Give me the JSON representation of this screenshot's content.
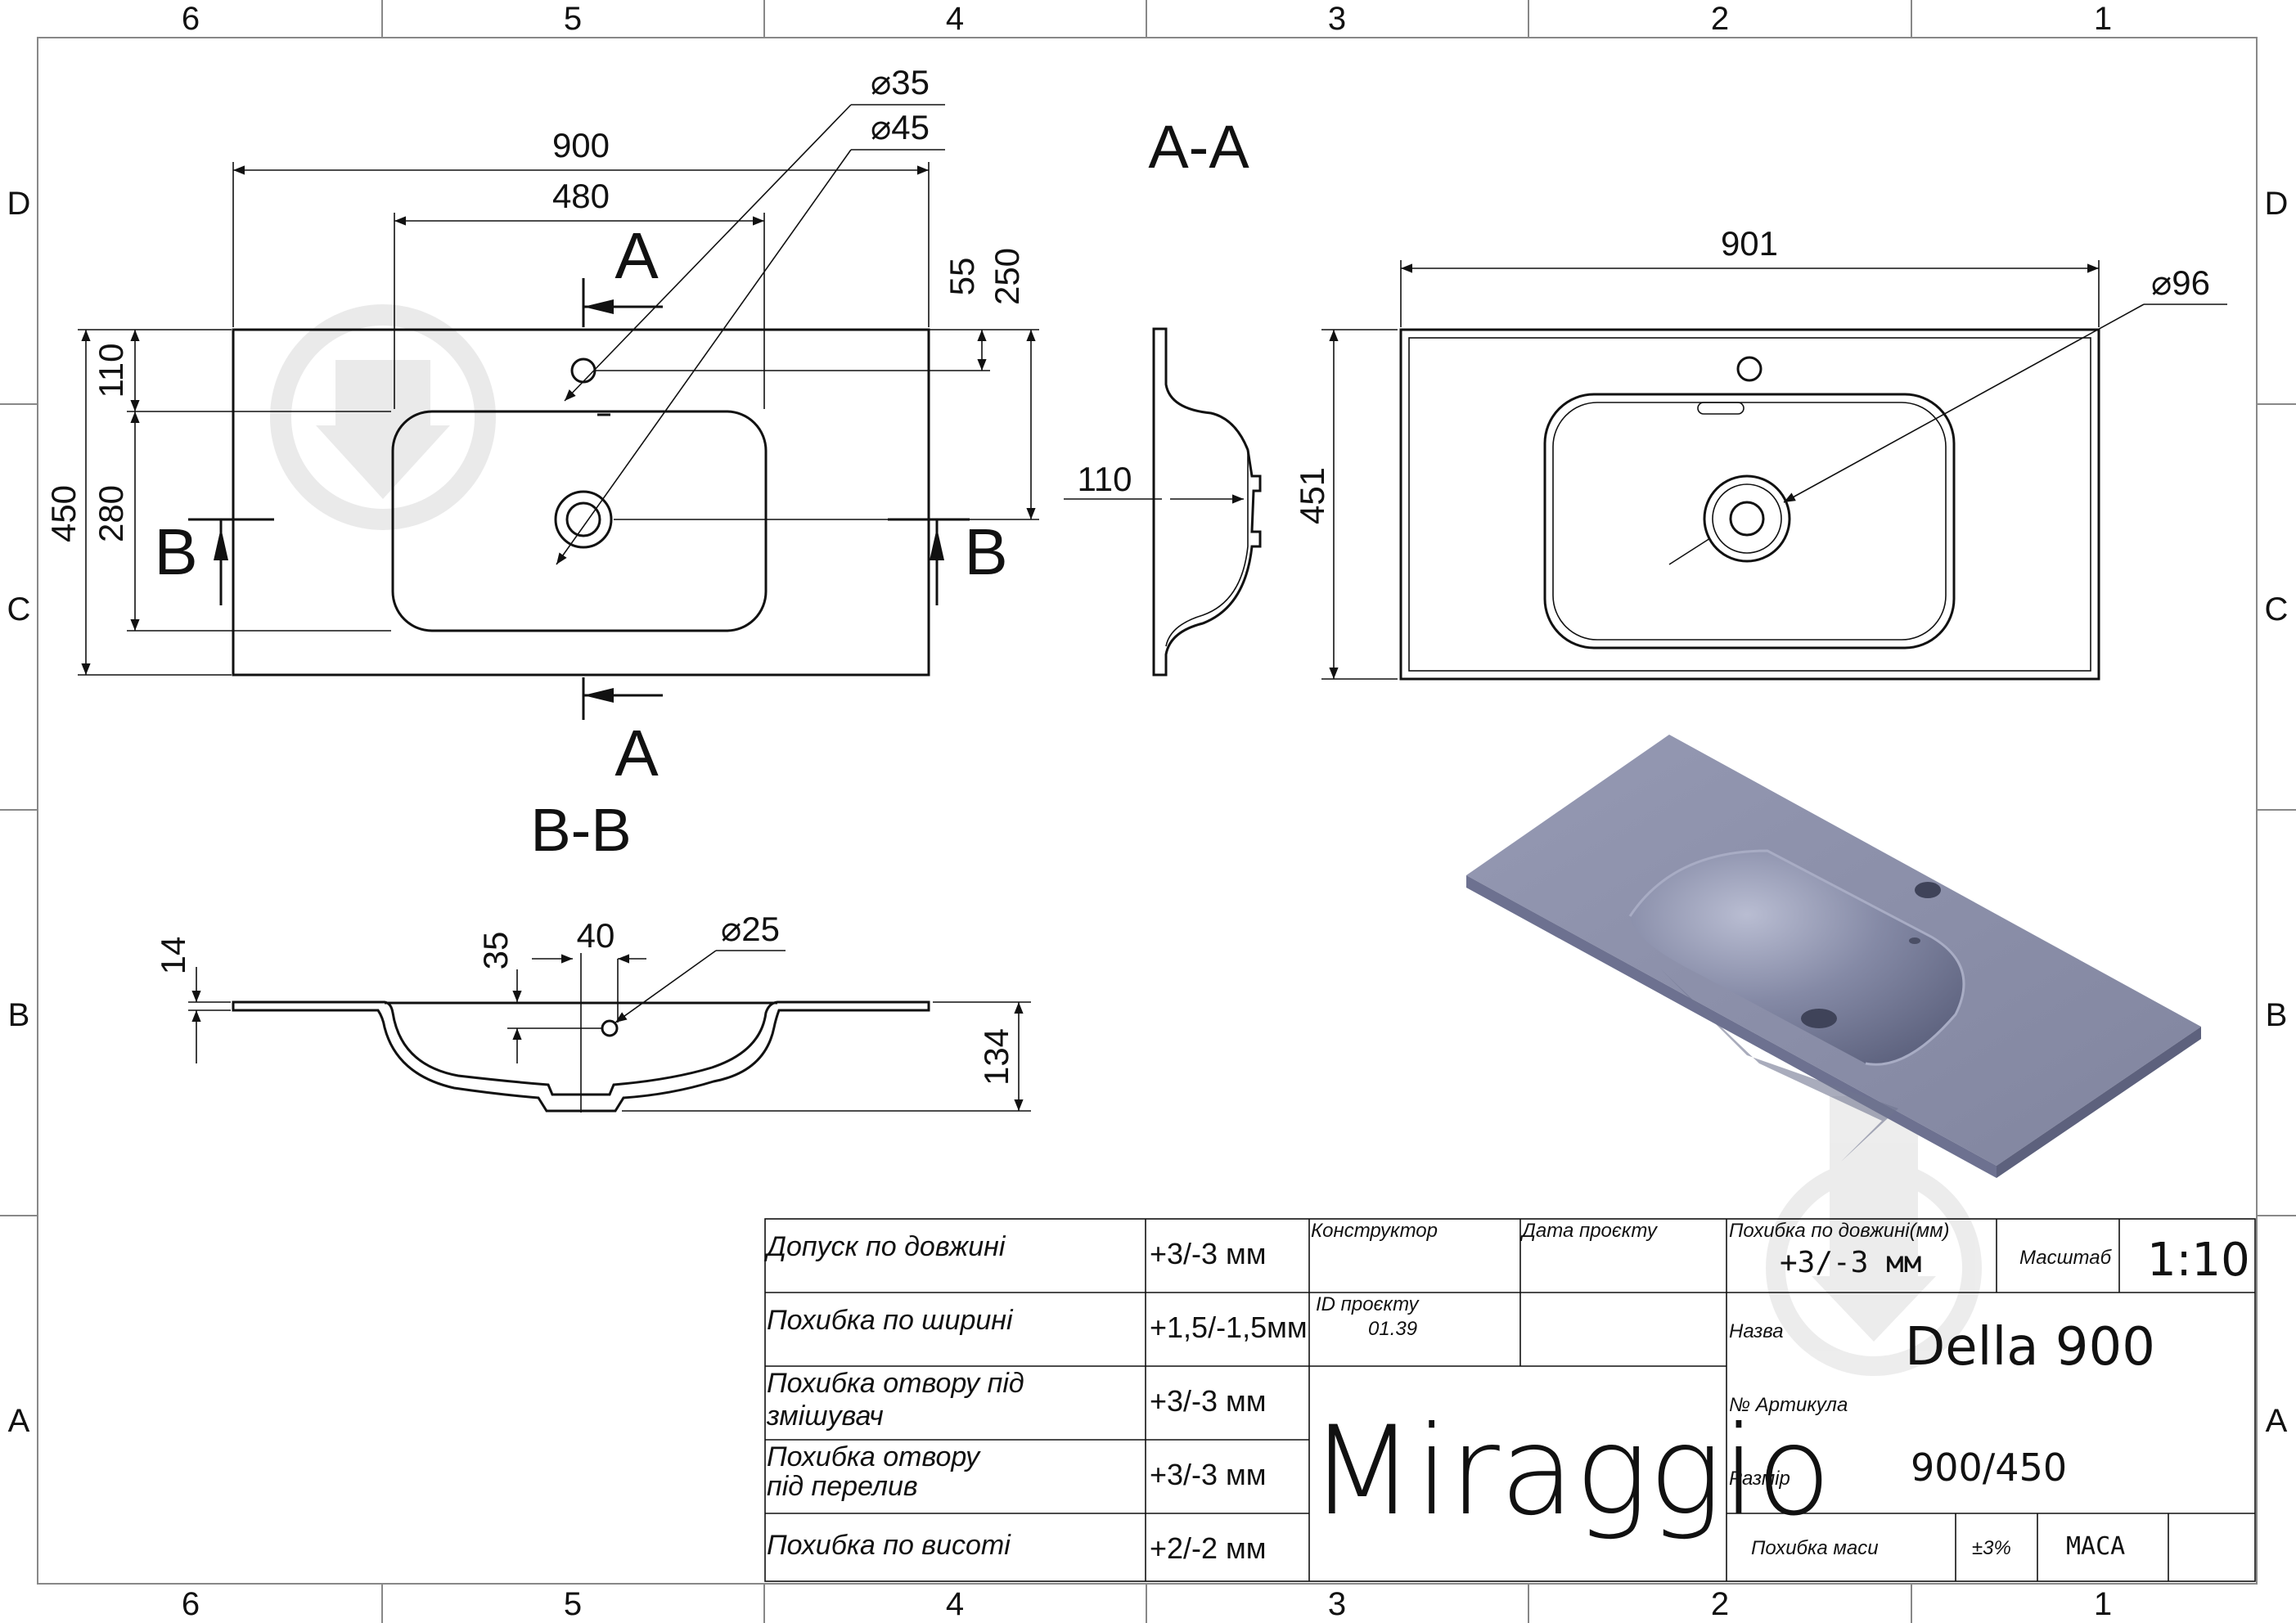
{
  "zones": {
    "columns": [
      "6",
      "5",
      "4",
      "3",
      "2",
      "1"
    ],
    "rows": [
      "D",
      "C",
      "B",
      "A"
    ]
  },
  "views": {
    "section_aa": "A-A",
    "section_bb": "B-B",
    "cut_letter_a": "A",
    "cut_letter_b": "B"
  },
  "dimensions": {
    "top_view": {
      "overall_width": "900",
      "bowl_width": "480",
      "tap_hole": "⌀35",
      "drain_hole": "⌀45",
      "offset_55": "55",
      "offset_250": "250",
      "depth_450": "450",
      "bowl_depth_280": "280",
      "tap_offset_110": "110"
    },
    "side_view": {
      "rim_110": "110"
    },
    "aa_view": {
      "width_901": "901",
      "depth_451": "451",
      "drain_96": "⌀96"
    },
    "bb_view": {
      "rim_14": "14",
      "offset_35": "35",
      "drain_40": "40",
      "drain_25": "⌀25",
      "height_134": "134"
    }
  },
  "title_block": {
    "tolerances": [
      {
        "label": "Допуск по довжині",
        "value": "+3/-3 мм"
      },
      {
        "label": "Похибка по ширині",
        "value": "+1,5/-1,5мм"
      },
      {
        "label_line1": "Похибка отвору під",
        "label_line2": "змішувач",
        "value": "+3/-3 мм"
      },
      {
        "label_line1": "Похибка отвору",
        "label_line2": "під перелив",
        "value": "+3/-3 мм"
      },
      {
        "label": "Похибка по висоті",
        "value": "+2/-2 мм"
      }
    ],
    "designer_label": "Конструктор",
    "date_label": "Дата проєкту",
    "project_id_label": "ID проєкту",
    "project_id": "01.39",
    "brand": "Miraggio",
    "length_error_label": "Похибка по довжині(мм)",
    "length_error_value": "+3/-3 мм",
    "scale_label": "Масштаб",
    "scale_value": "1:10",
    "name_label": "Назва",
    "name_value": "Della 900",
    "article_label": "№ Артикула",
    "size_label": "Размір",
    "size_value": "900/450",
    "mass_error_label": "Похибка маси",
    "mass_error_value": "±3%",
    "mass_label": "МАСА"
  },
  "colors": {
    "line": "#111111",
    "render_top": "#8c90ab",
    "render_bowl": "#7c809c",
    "watermark": "#dedede"
  },
  "icons": [
    "watermark-logo-icon"
  ]
}
